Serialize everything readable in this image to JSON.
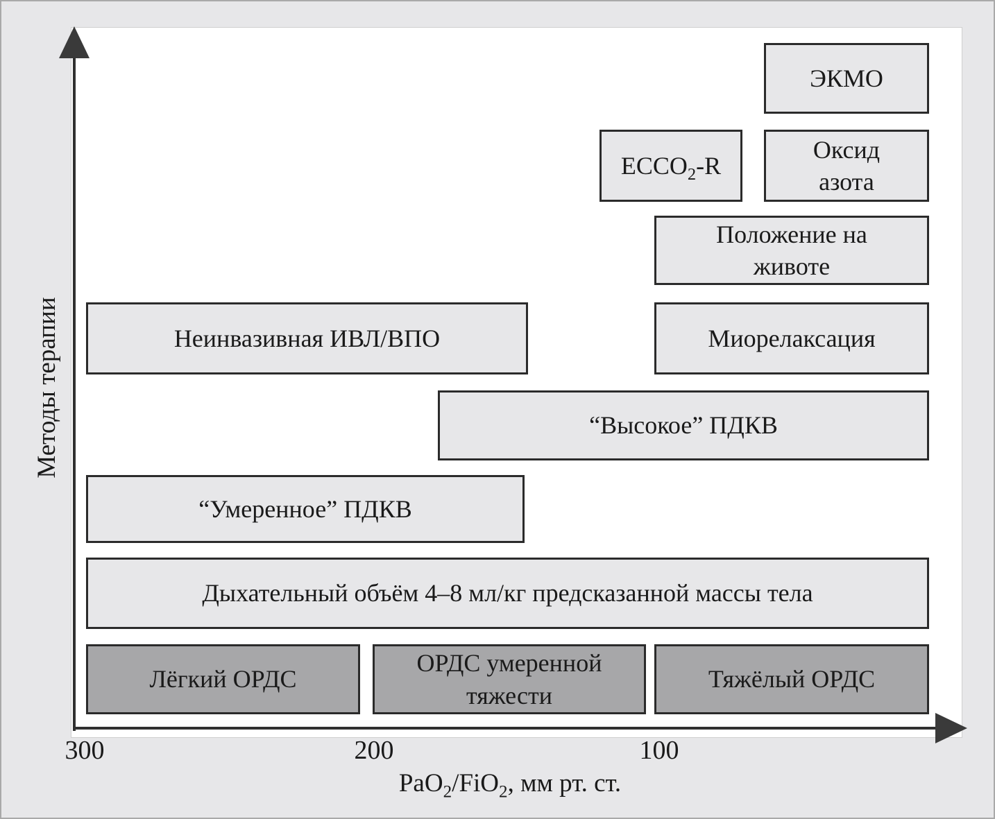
{
  "figure": {
    "axes": {
      "y_label": "Методы терапии",
      "x_ticks": [
        "300",
        "200",
        "100"
      ],
      "x_label_parts": {
        "p1": "PaO",
        "s1": "2",
        "p2": "/FiO",
        "s2": "2",
        "p3": ", мм рт. ст."
      }
    },
    "boxes": {
      "ekmo": "ЭКМО",
      "ecco2r_parts": {
        "pre": "ECCO",
        "sub": "2",
        "post": "-R"
      },
      "nitric_oxide": "Оксид азота",
      "prone_position": "Положение на животе",
      "niv": "Неинвазивная ИВЛ/ВПО",
      "myorelaxation": "Миорелаксация",
      "high_peep": "“Высокое” ПДКВ",
      "moderate_peep": "“Умеренное” ПДКВ",
      "tidal_volume": "Дыхательный объём 4–8 мл/кг предсказанной массы тела"
    },
    "severity": {
      "mild": "Лёгкий ОРДС",
      "moderate": "ОРДС умеренной тяжести",
      "severe": "Тяжёлый ОРДС"
    },
    "colors": {
      "background": "#e7e7e9",
      "plot_background": "#ffffff",
      "box_light_fill": "#e7e7e9",
      "box_dark_fill": "#a7a7a9",
      "box_border": "#2b2b2b",
      "axis": "#303030",
      "text": "#1a1a1a"
    }
  },
  "chart_data": {
    "type": "bar",
    "subtype": "horizontal-range-boxes",
    "title": "",
    "xlabel": "PaO2/FiO2, мм рт. ст.",
    "ylabel": "Методы терапии",
    "x_axis_reversed": true,
    "x_ticks": [
      300,
      200,
      100
    ],
    "xlim": [
      310,
      0
    ],
    "grid": false,
    "legend": false,
    "series": [
      {
        "name": "ЭКМО",
        "x_range": [
          60,
          0
        ]
      },
      {
        "name": "ECCO2-R",
        "x_range": [
          120,
          70
        ]
      },
      {
        "name": "Оксид азота",
        "x_range": [
          60,
          0
        ]
      },
      {
        "name": "Положение на животе",
        "x_range": [
          100,
          0
        ]
      },
      {
        "name": "Неинвазивная ИВЛ/ВПО",
        "x_range": [
          300,
          150
        ]
      },
      {
        "name": "Миорелаксация",
        "x_range": [
          100,
          0
        ]
      },
      {
        "name": "“Высокое” ПДКВ",
        "x_range": [
          180,
          0
        ]
      },
      {
        "name": "“Умеренное” ПДКВ",
        "x_range": [
          300,
          150
        ]
      },
      {
        "name": "Дыхательный объём 4–8 мл/кг предсказанной массы тела",
        "x_range": [
          300,
          0
        ]
      }
    ],
    "severity_bands": [
      {
        "name": "Лёгкий ОРДС",
        "x_range": [
          300,
          200
        ]
      },
      {
        "name": "ОРДС умеренной тяжести",
        "x_range": [
          200,
          100
        ]
      },
      {
        "name": "Тяжёлый ОРДС",
        "x_range": [
          100,
          0
        ]
      }
    ]
  }
}
